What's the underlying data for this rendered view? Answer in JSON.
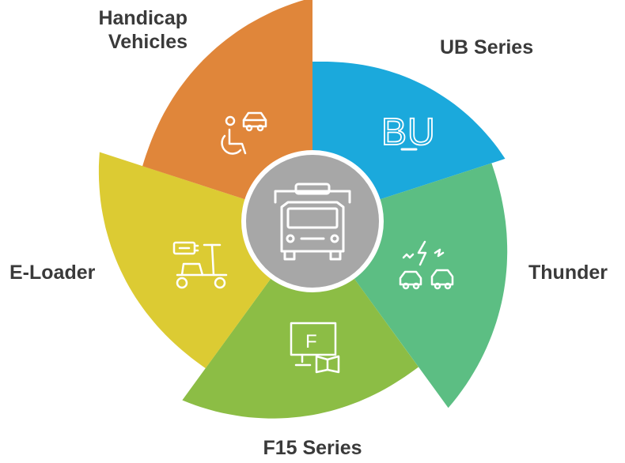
{
  "center": {
    "icon": "truck-front-icon",
    "color": "#a7a7a7"
  },
  "segments": [
    {
      "id": "ub",
      "lines": [
        "UB Series"
      ],
      "icon": "bu-logo-icon",
      "icon_text": "BU",
      "color": "#1ba9dc"
    },
    {
      "id": "thunder",
      "lines": [
        "Thunder"
      ],
      "icon": "lightning-cars-icon",
      "color": "#5cbe83"
    },
    {
      "id": "f15",
      "lines": [
        "F15 Series"
      ],
      "icon": "f-monitor-book-icon",
      "icon_text": "F",
      "color": "#8cbd45"
    },
    {
      "id": "eloader",
      "lines": [
        "E-Loader"
      ],
      "icon": "battery-scooter-icon",
      "color": "#dccb33"
    },
    {
      "id": "handicap",
      "lines": [
        "Handicap",
        "Vehicles"
      ],
      "icon": "wheelchair-car-icon",
      "color": "#e0863a"
    }
  ]
}
